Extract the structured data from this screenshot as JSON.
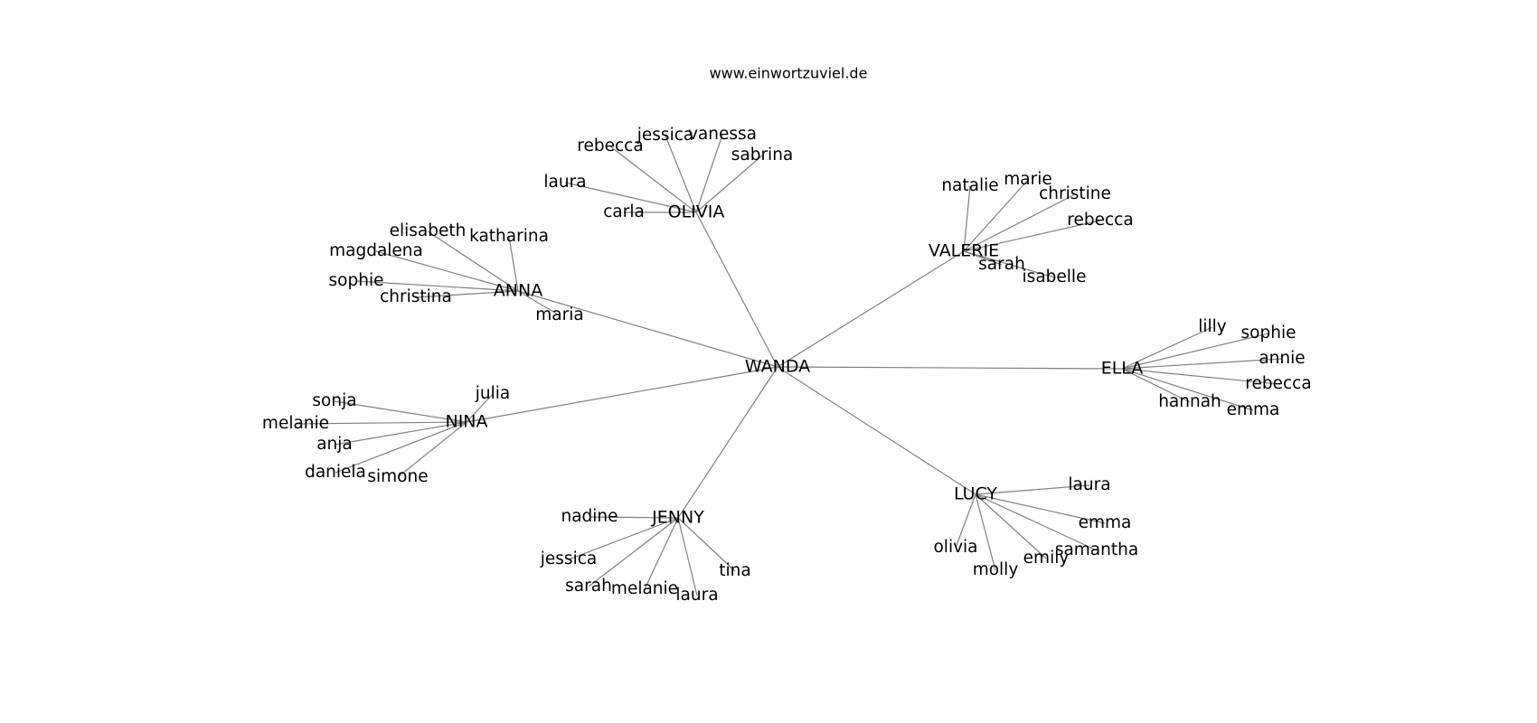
{
  "title": "www.einwortzuviel.de",
  "center": "WANDA",
  "clusters": [
    {
      "name": "OLIVIA",
      "members": [
        "rebecca",
        "jessica",
        "vanessa",
        "sabrina",
        "laura",
        "carla"
      ]
    },
    {
      "name": "VALERIE",
      "members": [
        "natalie",
        "marie",
        "christine",
        "rebecca",
        "sarah",
        "isabelle"
      ]
    },
    {
      "name": "ANNA",
      "members": [
        "elisabeth",
        "katharina",
        "magdalena",
        "sophie",
        "christina",
        "maria"
      ]
    },
    {
      "name": "ELLA",
      "members": [
        "lilly",
        "sophie",
        "annie",
        "rebecca",
        "hannah",
        "emma"
      ]
    },
    {
      "name": "NINA",
      "members": [
        "julia",
        "sonja",
        "melanie",
        "anja",
        "daniela",
        "simone"
      ]
    },
    {
      "name": "LUCY",
      "members": [
        "laura",
        "emma",
        "samantha",
        "olivia",
        "molly",
        "emily"
      ]
    },
    {
      "name": "JENNY",
      "members": [
        "nadine",
        "jessica",
        "sarah",
        "melanie",
        "laura",
        "tina"
      ]
    }
  ]
}
